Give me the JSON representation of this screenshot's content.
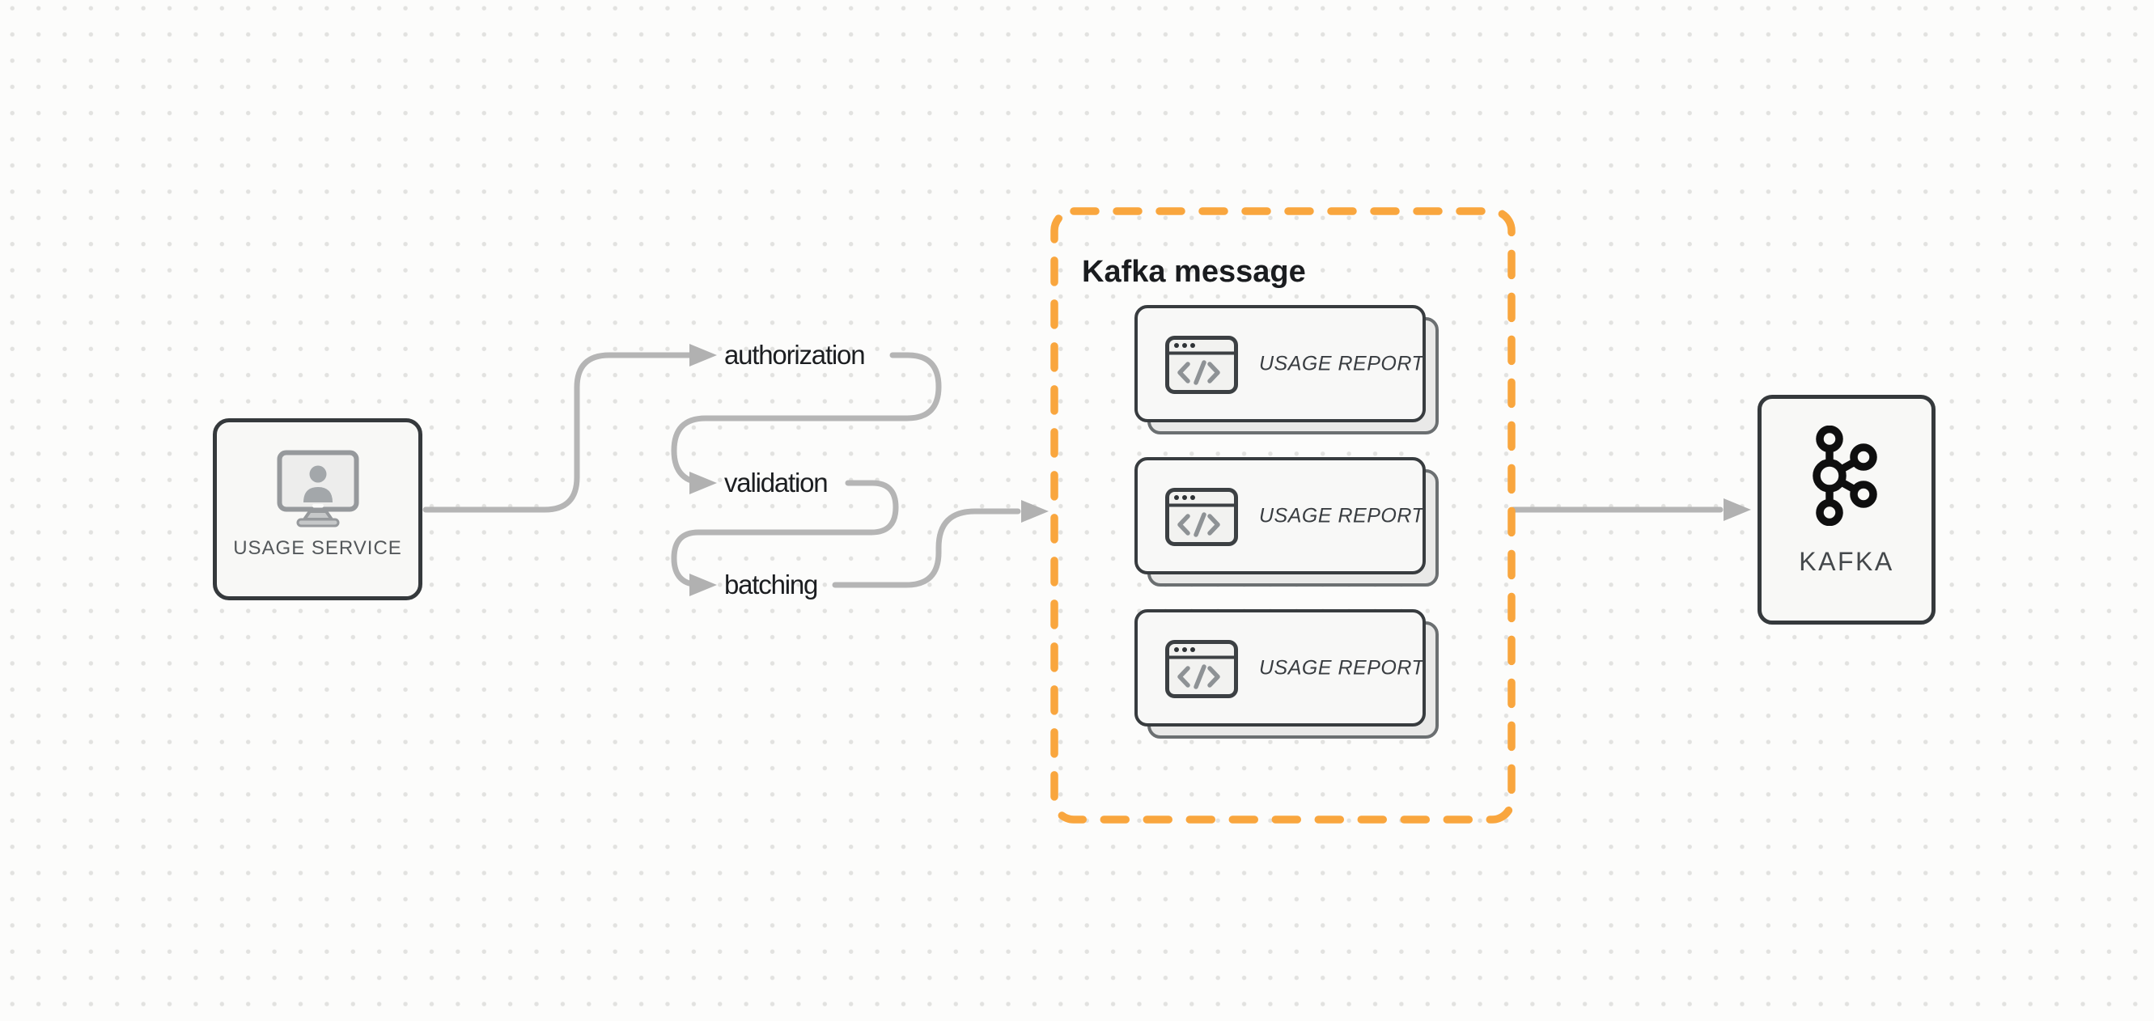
{
  "canvas": {
    "background_color": "#fcfcfb",
    "dot_grid_color": "#e2e2e0"
  },
  "source_node": {
    "label": "USAGE SERVICE",
    "icon": "monitor-user-icon",
    "border_color": "#35393c",
    "fill_color": "#f8f8f6"
  },
  "pipeline_steps": [
    {
      "label": "authorization"
    },
    {
      "label": "validation"
    },
    {
      "label": "batching"
    }
  ],
  "kafka_message_group": {
    "title": "Kafka message",
    "border_color": "#f9a63e",
    "border_style": "dashed",
    "cards": [
      {
        "label": "USAGE REPORT",
        "icon": "code-window-icon"
      },
      {
        "label": "USAGE REPORT",
        "icon": "code-window-icon"
      },
      {
        "label": "USAGE REPORT",
        "icon": "code-window-icon"
      }
    ]
  },
  "sink_node": {
    "label": "KAFKA",
    "icon": "kafka-logo-icon",
    "border_color": "#35393c",
    "fill_color": "#f8f8f6"
  },
  "connectors": {
    "color": "#b5b5b5",
    "arrowhead_color": "#b1b1b1"
  }
}
